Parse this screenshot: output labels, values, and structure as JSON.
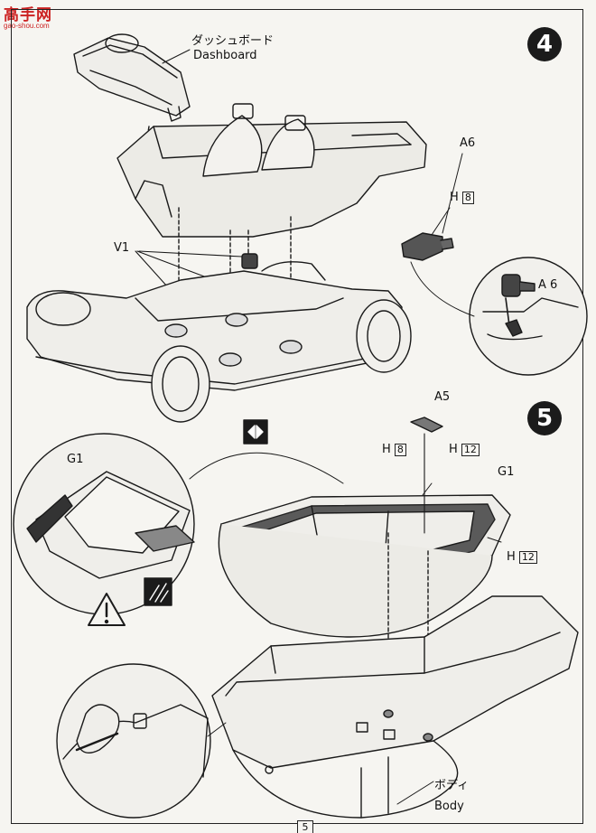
{
  "watermark": {
    "main": "高手网",
    "sub": "gao-shou.com"
  },
  "step4": {
    "number": "4",
    "dashboard_jp": "ダッシュボード",
    "dashboard_en": "Dashboard",
    "part_v1": "V1",
    "part_a6_top": "A6",
    "part_h": "H",
    "part_h_num": "8",
    "part_a6_detail": "A 6"
  },
  "step5": {
    "number": "5",
    "part_a5": "A5",
    "part_h8_prefix": "H",
    "part_h8_num": "8",
    "part_h12_prefix": "H",
    "part_h12_num": "12",
    "part_g1": "G1",
    "part_g1_detail": "G1",
    "part_h12_side_prefix": "H",
    "part_h12_side_num": "12",
    "body_jp": "ボディ",
    "body_en": "Body",
    "caution_icon": "warning-triangle-icon",
    "cut_icon": "cut-hatch-icon",
    "flip_icon": "flip-arrows-icon"
  },
  "page": {
    "number": "5"
  }
}
